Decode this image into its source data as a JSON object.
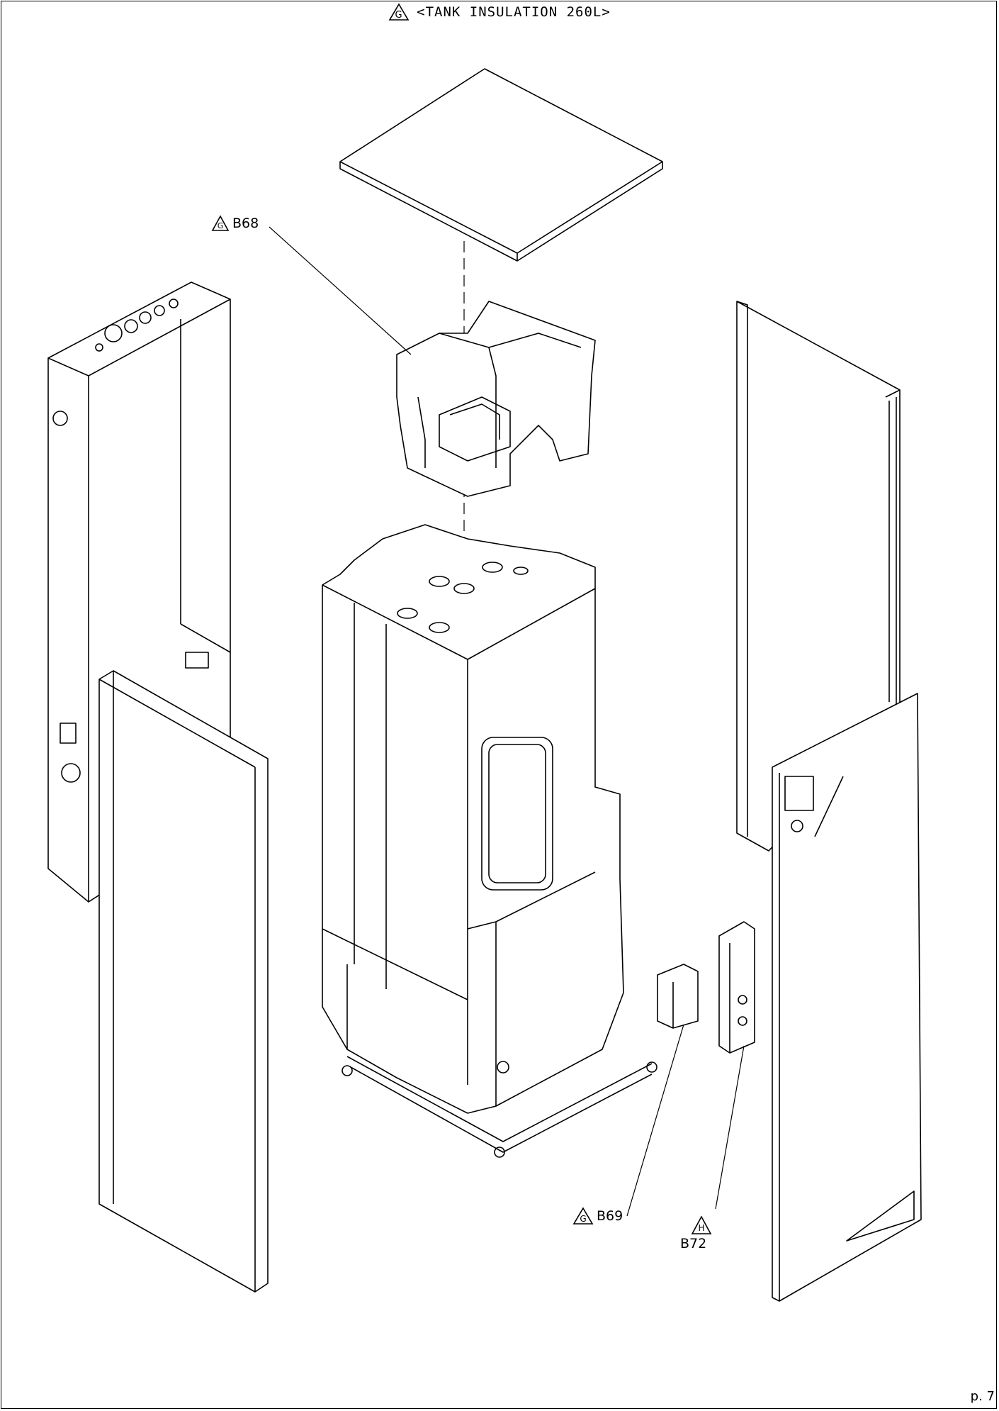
{
  "header": {
    "revision_mark": "G",
    "title": "<TANK INSULATION 260L>"
  },
  "callouts": [
    {
      "mark": "G",
      "label": "B68"
    },
    {
      "mark": "G",
      "label": "B69"
    },
    {
      "mark": "H",
      "label": "B72"
    }
  ],
  "footer": {
    "page": "p. 7"
  }
}
